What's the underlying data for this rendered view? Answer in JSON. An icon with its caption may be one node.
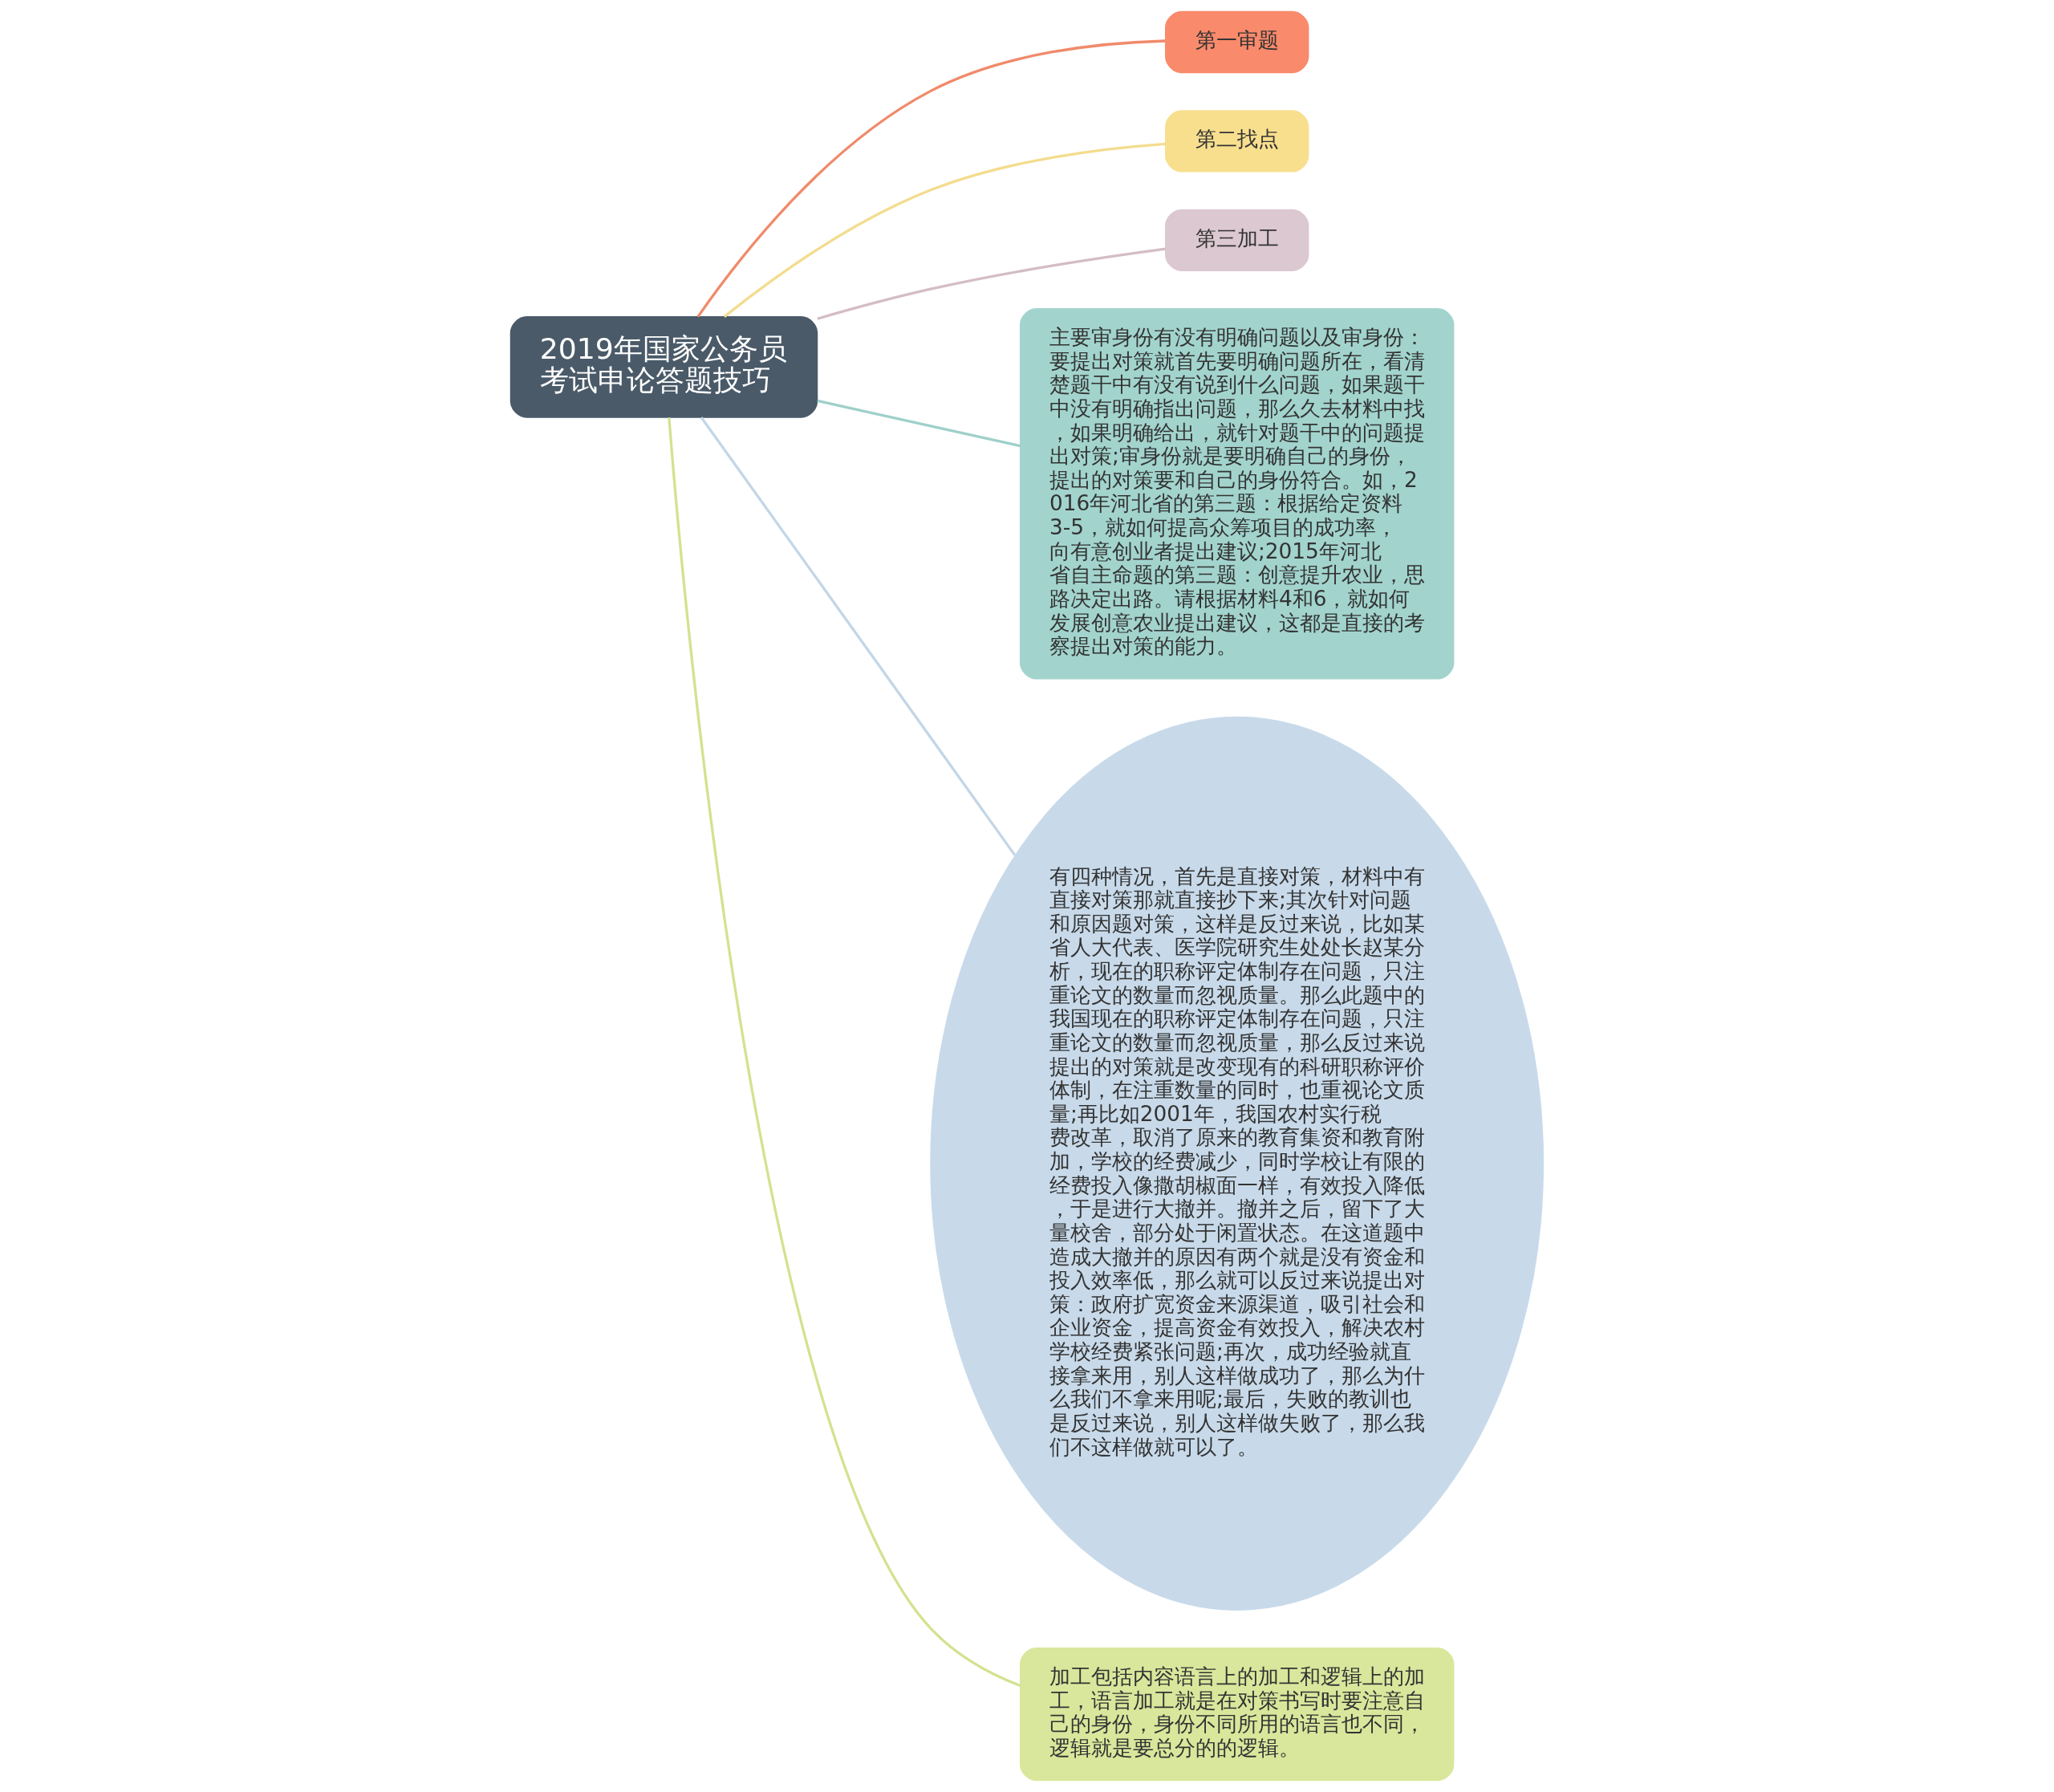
{
  "diagram": {
    "nodes": [
      {
        "text": [
          "2019年国家公务员考试申论答题技巧"
        ]
      },
      {
        "text": [
          "第一审题"
        ]
      },
      {
        "text": [
          "第二找点"
        ]
      },
      {
        "text": [
          "第三加工"
        ]
      },
      {
        "text": [
          "主要审身份有没有明确问题以及审身份：要提出对策就首先要明确问题所在，看清楚题干中有没有说到什么问题，如果题干中没有明确指出问题，那么久去材料中找，如果明确给出，就针对题干中的问题提出对策;审身份就是要明确自己的身份，提出的对策要和自己的身份符合。如，2016年河北省的第三题：根据给定资料3-5，就如何提高众筹项目的成功率，向有意创业者提出建议;2015年河北省自主命题的第三题：创意提升农业，思路决定出路。请根据材料4和6，就如何发展创意农业提出建议，这都是直接的考察提出对策的能力。"
        ]
      },
      {
        "text": [
          "有四种情况，首先是直接对策，材料中有直接对策那就直接抄下来;其次针对问题和原因题对策，这样是反过来说，比如某省人大代表、医学院研究生处处长赵某分析，现在的职称评定体制存在问题，只注重论文的数量而忽视质量。那么此题中的我国现在的职称评定体制存在问题，只注重论文的数量而忽视质量，那么反过来说提出的对策就是改变现有的科研职称评价体制，在注重数量的同时，也重视论文质量;再比如2001年，我国农村实行税费改革，取消了原来的教育集资和教育附加，学校的经费减少，同时学校让有限的经费投入像撒胡椒面一样，有效投入降低，于是进行大撤并。撤并之后，留下了大量校舍，部分处于闲置状态。在这道题中造成大撤并的原因有两个就是没有资金和投入效率低，那么就可以反过来说提出对策：政府扩宽资金来源渠道，吸引社会和企业资金，提高资金有效投入，解决农村学校经费紧张问题;再次，成功经验就直接拿来用，别人这样做成功了，那么为什么我们不拿来用呢;最后，失败的教训也是反过来说，别人这样做失败了，那么我们不这样做就可以了。"
        ]
      },
      {
        "text": [
          "加工包括内容语言上的加工和逻辑上的加工，语言加工就是在对策书写时要注意自己的身份，身份不同所用的语言也不同，逻辑就是要总分的的逻辑。"
        ]
      }
    ],
    "edges": [
      {
        "from": 0,
        "to": 1,
        "arrow": "none",
        "color": "#f08a6a"
      },
      {
        "from": 0,
        "to": 2,
        "arrow": "none",
        "color": "#f3dc8e"
      },
      {
        "from": 0,
        "to": 3,
        "arrow": "none",
        "color": "#d4bcc6"
      },
      {
        "from": 0,
        "to": 4,
        "arrow": "none",
        "color": "#9fd0ca"
      },
      {
        "from": 0,
        "to": 5,
        "arrow": "none",
        "color": "#c3d6e6"
      },
      {
        "from": 0,
        "to": 6,
        "arrow": "none",
        "color": "#d3e28f"
      }
    ]
  }
}
